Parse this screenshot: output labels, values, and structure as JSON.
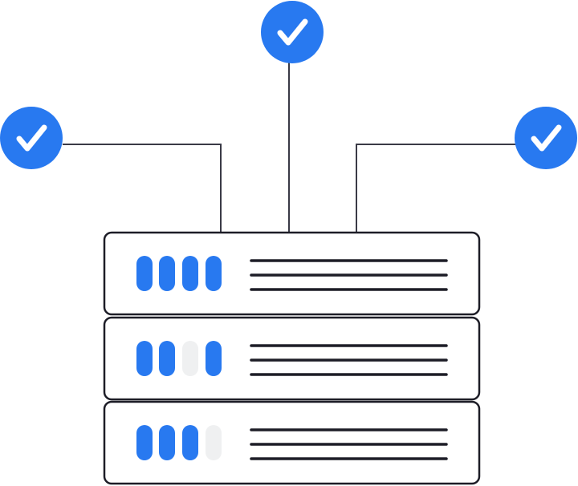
{
  "colors": {
    "accent": "#2879f0",
    "led_off": "#eff0f1",
    "stroke": "#1d1d27",
    "connector": "#3a3a46",
    "server_fill": "#ffffff",
    "check": "#ffffff"
  },
  "icons": {
    "status_badge": "checkmark-in-circle",
    "unit": "server-rack-unit"
  },
  "check_badges": [
    {
      "name": "check-badge-left",
      "status": "ok"
    },
    {
      "name": "check-badge-top",
      "status": "ok"
    },
    {
      "name": "check-badge-right",
      "status": "ok"
    }
  ],
  "server_units": [
    {
      "name": "server-unit-top",
      "leds": [
        true,
        true,
        true,
        true
      ],
      "lines": 3
    },
    {
      "name": "server-unit-middle",
      "leds": [
        true,
        true,
        false,
        true
      ],
      "lines": 3
    },
    {
      "name": "server-unit-bottom",
      "leds": [
        true,
        true,
        true,
        false
      ],
      "lines": 3
    }
  ]
}
